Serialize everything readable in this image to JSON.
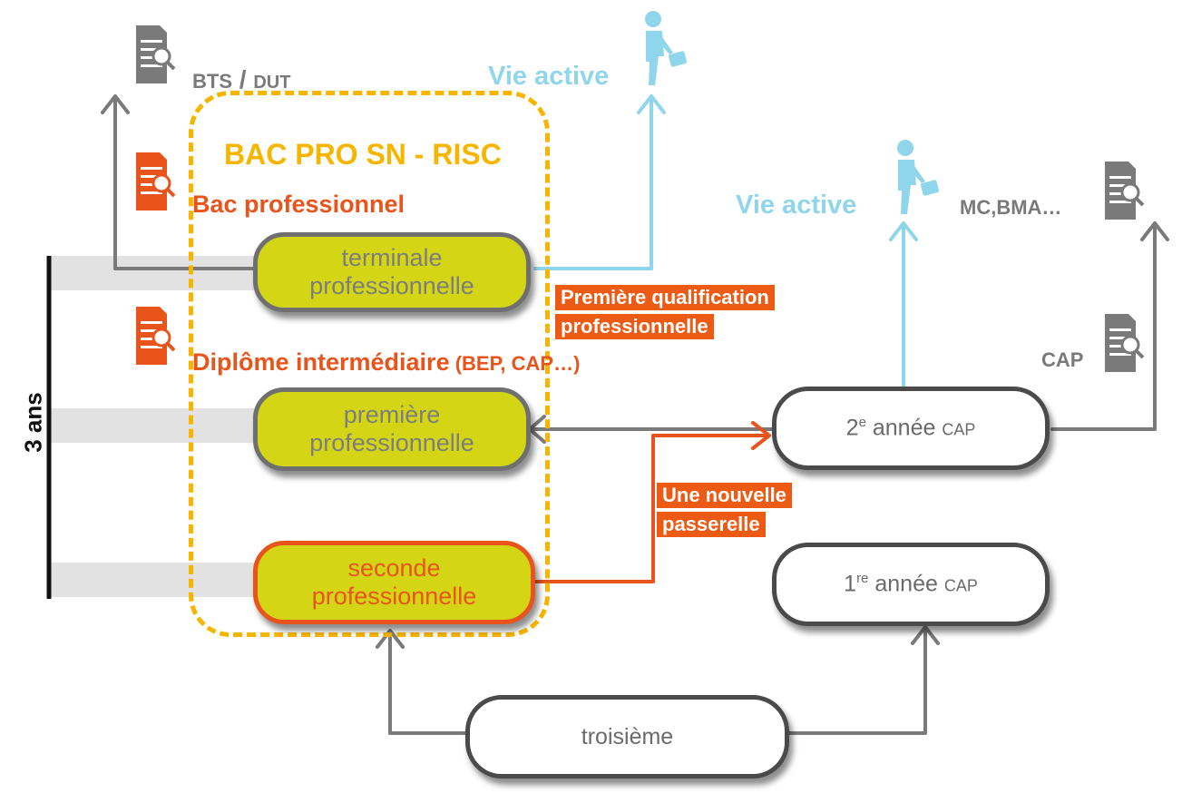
{
  "frame_title": "BAC PRO SN - RISC",
  "duration_label": "3 ans",
  "boxes": {
    "terminale": "terminale professionnelle",
    "premiere": "première professionnelle",
    "seconde": "seconde professionnelle",
    "troisieme": "troisième",
    "cap2_num": "2",
    "cap2_sup": "e",
    "cap2_rest": " année ",
    "cap2_cap": "cap",
    "cap1_num": "1",
    "cap1_sup": "re",
    "cap1_rest": " année ",
    "cap1_cap": "cap"
  },
  "labels": {
    "bts_a": "BTS",
    "bts_sep": " / ",
    "bts_b": "DUT",
    "vie_active_1": "Vie active",
    "vie_active_2": "Vie active",
    "mc_bma": "MC,BMA…",
    "cap": "CAP",
    "bac_pro": "Bac professionnel",
    "diplome_main": "Diplôme intermédiaire",
    "diplome_paren": " (BEP, CAP…)"
  },
  "tags": {
    "qualif_1": "Première qualification",
    "qualif_2": "professionnelle",
    "passerelle_1": "Une nouvelle",
    "passerelle_2": "passerelle"
  },
  "colors": {
    "orange": "#e8541b",
    "yellow_green": "#d4d615",
    "dashed_gold": "#f7b500",
    "sky_blue": "#8fd6ec",
    "grey_arrow": "#7a7a7a"
  }
}
